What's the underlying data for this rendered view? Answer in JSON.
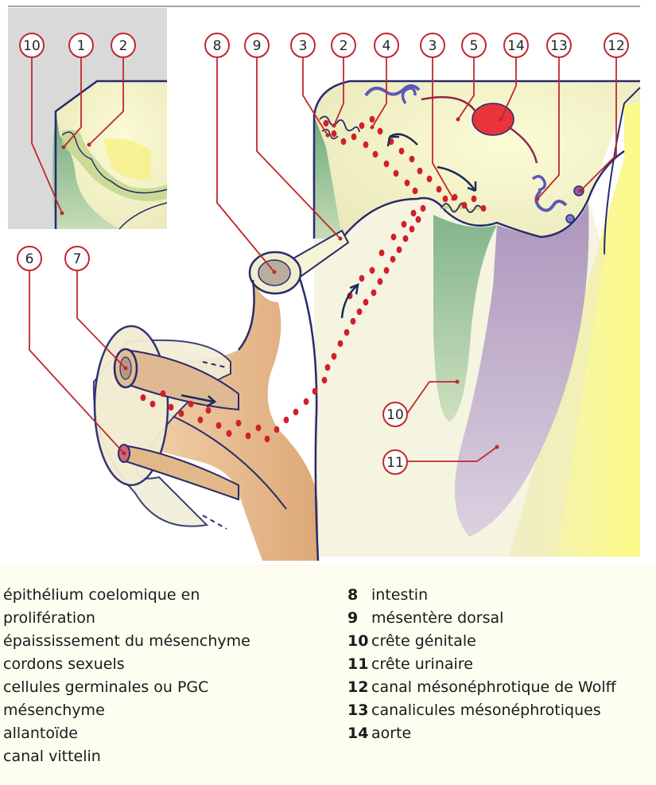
{
  "diagram": {
    "callouts": {
      "inset_10": "10",
      "inset_1": "1",
      "inset_2": "2",
      "c8": "8",
      "c9": "9",
      "c3a": "3",
      "c2": "2",
      "c4": "4",
      "c3b": "3",
      "c5": "5",
      "c14": "14",
      "c13": "13",
      "c12": "12",
      "c6": "6",
      "c7": "7",
      "c10": "10",
      "c11": "11"
    },
    "colors": {
      "outline": "#2a2a6e",
      "germ_cell_red": "#d11f2b",
      "callout_red": "#c0282d",
      "gut_orange": "#e8b98a",
      "genital_green": "#8fbf92",
      "urinary_purple": "#bba3c9",
      "mesenchyme_cream": "#f6f4d0"
    }
  },
  "legend": {
    "left_items": [
      "épithélium coelomique en",
      "prolifération",
      "épaississement du mésenchyme",
      "cordons sexuels",
      "cellules germinales ou PGC",
      "mésenchyme",
      "allantoïde",
      "canal vittelin"
    ],
    "right_items": [
      {
        "num": "8",
        "text": "intestin"
      },
      {
        "num": "9",
        "text": "mésentère dorsal"
      },
      {
        "num": "10",
        "text": "crête génitale"
      },
      {
        "num": "11",
        "text": "crête urinaire"
      },
      {
        "num": "12",
        "text": "canal mésonéphrotique de Wolff"
      },
      {
        "num": "13",
        "text": "canalicules mésonéphrotiques"
      },
      {
        "num": "14",
        "text": "aorte"
      }
    ]
  }
}
